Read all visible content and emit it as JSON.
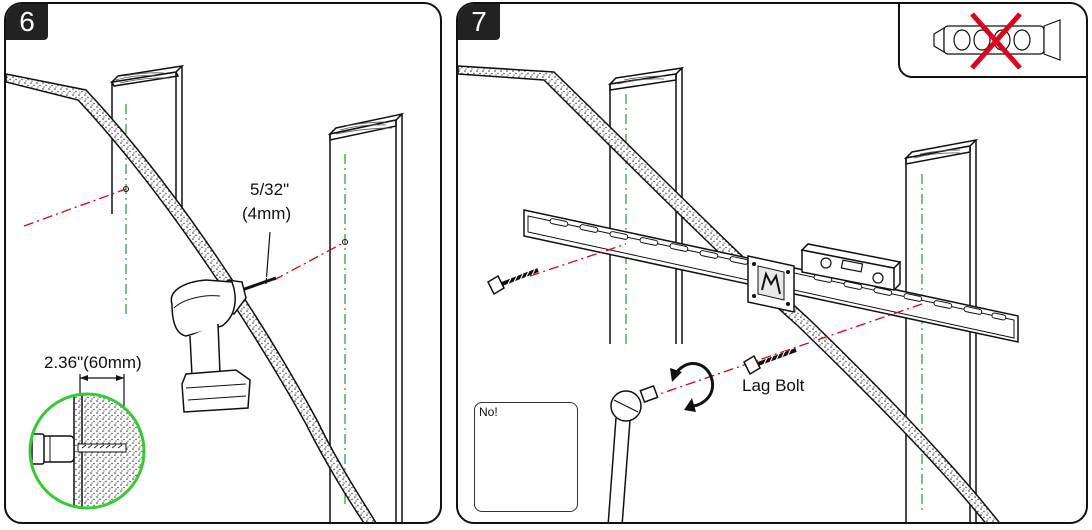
{
  "panel6": {
    "step_number": "6",
    "drill_bit_size": "5/32\"",
    "drill_bit_metric": "(4mm)",
    "depth_label": "2.36\"(60mm)"
  },
  "panel7": {
    "step_number": "7",
    "lag_bolt_label": "Lag Bolt",
    "no_label": "No!"
  },
  "colors": {
    "red_center_line": "#e0001b",
    "green_center_line": "#1a9a3a",
    "green_circle": "#33cc33",
    "prohibit_red": "#e0001b"
  }
}
